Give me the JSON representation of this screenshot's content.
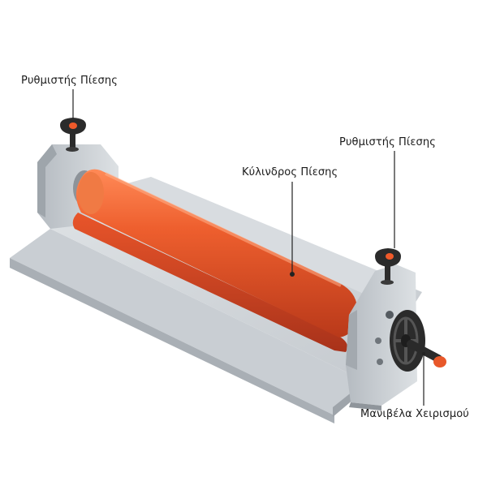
{
  "labels": {
    "pressure_adjuster_left": "Ρυθμιστής Πίεσης",
    "pressure_adjuster_right": "Ρυθμιστής Πίεσης",
    "pressure_roller": "Κύλινδρος Πίεσης",
    "hand_crank": "Μανιβέλα Χειρισμού"
  },
  "colors": {
    "roller": "#e8582a",
    "knob_accent": "#f05a2a",
    "body_grey": "#c9ced3",
    "base_grey": "#d3d7db",
    "dark": "#2a2a2a",
    "leader_line": "#222222"
  },
  "icons": {
    "left_knob": "pressure-knob-icon",
    "right_knob": "pressure-knob-icon",
    "crank": "hand-wheel-icon"
  }
}
